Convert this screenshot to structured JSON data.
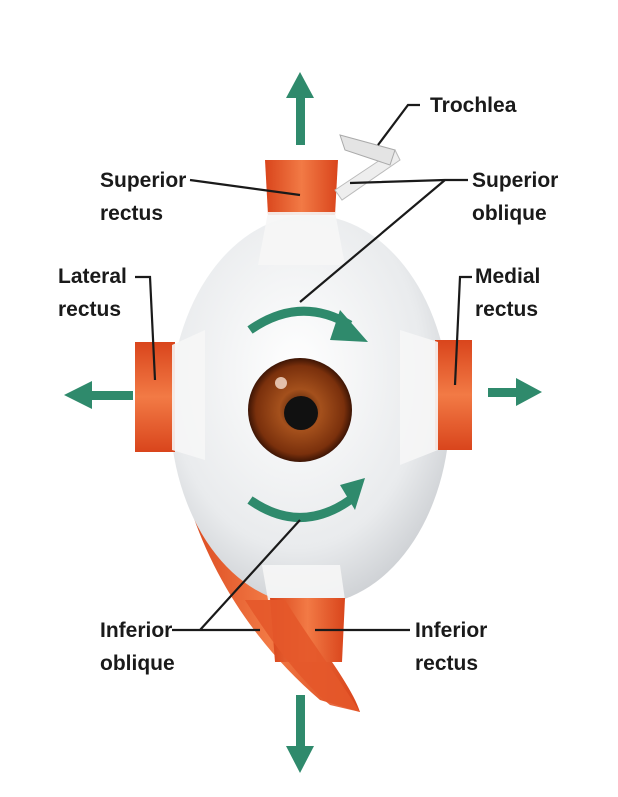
{
  "labels": {
    "trochlea": "Trochlea",
    "superior_rectus": [
      "Superior",
      "rectus"
    ],
    "superior_oblique": [
      "Superior",
      "oblique"
    ],
    "lateral_rectus": [
      "Lateral",
      "rectus"
    ],
    "medial_rectus": [
      "Medial",
      "rectus"
    ],
    "inferior_oblique": [
      "Inferior",
      "oblique"
    ],
    "inferior_rectus": [
      "Inferior",
      "rectus"
    ]
  },
  "colors": {
    "arrow": "#2f8a6c",
    "muscle": "#e8562a",
    "tendon": "#f4f4f4",
    "sclera": "#e6e8ea",
    "iris": "#8a3a12",
    "pupil": "#111111"
  }
}
